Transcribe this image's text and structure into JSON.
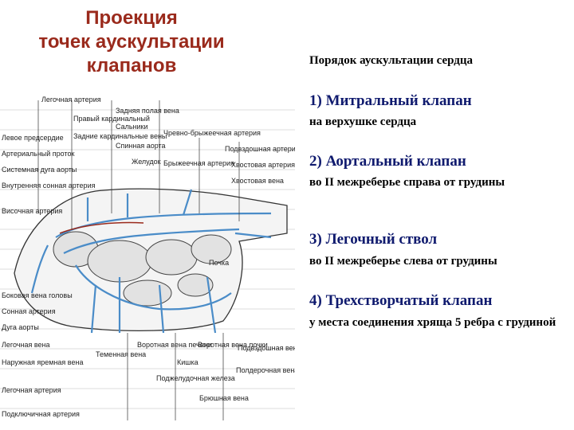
{
  "title_lines": [
    "Проекция",
    "точек аускультации",
    "клапанов"
  ],
  "order_heading": "Порядок аускультации сердца",
  "valves": [
    {
      "name": "1) Митральный клапан",
      "location": "на верхушке сердца"
    },
    {
      "name": "2) Аортальный клапан",
      "location": "во II межреберье справа от грудины"
    },
    {
      "name": "3) Легочный ствол",
      "location": "во II межреберье слева от грудины"
    },
    {
      "name": "4) Трехстворчатый клапан",
      "location": "у места соединения хряща 5 ребра с грудиной"
    }
  ],
  "figure_labels": {
    "left": [
      "Легочная артерия",
      "Левое предсердие",
      "Артериальный проток",
      "Системная дуга аорты",
      "Внутренняя сонная артерия",
      "Височная артерия",
      "Боковая вена головы",
      "Сонная артерия",
      "Дуга аорты",
      "Легочная вена",
      "Наружная яремная вена",
      "Легочная артерия",
      "Подключичная артерия"
    ],
    "top": [
      "Задняя полая вена",
      "Сальники",
      "Правый кардинальный",
      "Задние кардинальные вены",
      "Спинная аорта",
      "Желудок",
      "Чревно-брыжеечная артерия",
      "Брыжеечная артерия",
      "Подвздошная артерия",
      "Хвостовая артерия",
      "Хвостовая вена"
    ],
    "bottom": [
      "Теменная вена",
      "Воротная вена печени",
      "Поджелудочная железа",
      "Кишка",
      "Воротная вена почки",
      "Подвздошная вена",
      "Полдерочная вена",
      "Брюшная вена",
      "Почка"
    ]
  },
  "colors": {
    "title": "#9a2a1c",
    "valve": "#0f1a6e",
    "vessel": "#4a8cc8"
  }
}
